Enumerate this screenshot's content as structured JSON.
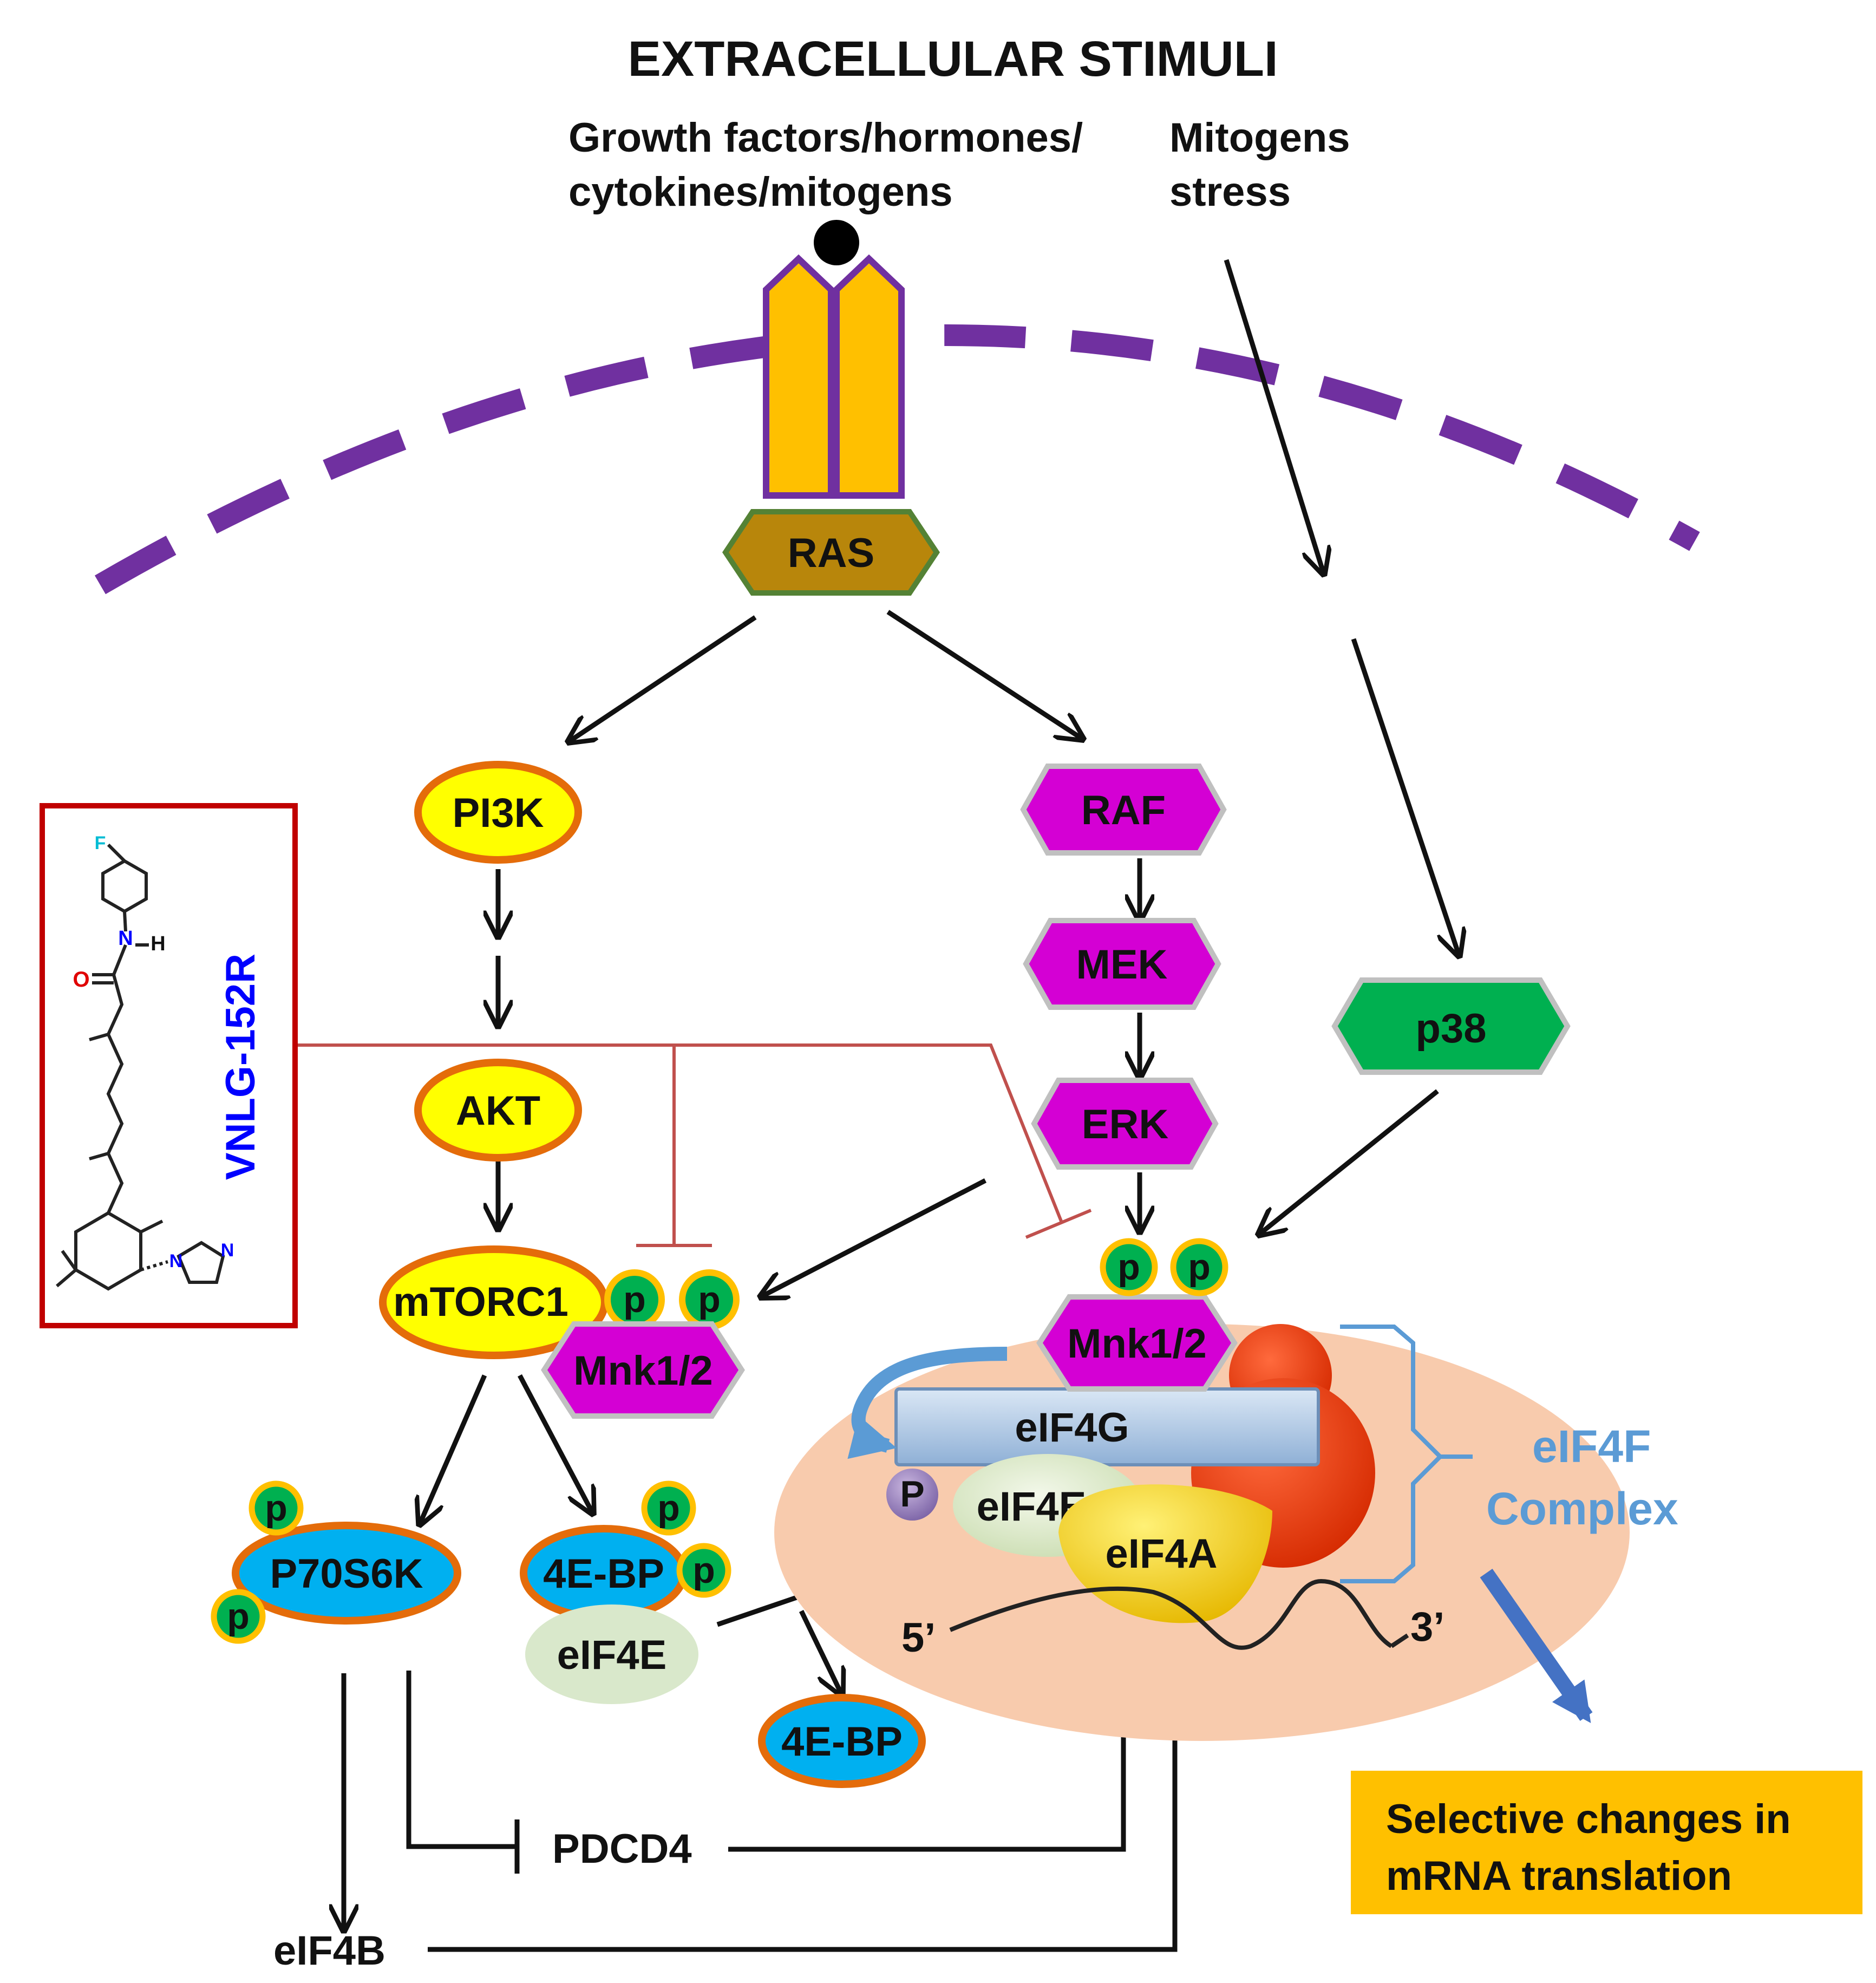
{
  "title": "EXTRACELLULAR STIMULI",
  "stimuli": {
    "left": [
      "Growth factors/hormones/",
      "cytokines/mitogens"
    ],
    "right": [
      "Mitogens",
      "stress"
    ]
  },
  "nodes": {
    "ras": "RAS",
    "pi3k": "PI3K",
    "akt": "AKT",
    "mtorc1": "mTORC1",
    "raf": "RAF",
    "mek": "MEK",
    "erk": "ERK",
    "p38": "p38",
    "mnk_left": "Mnk1/2",
    "mnk_right": "Mnk1/2",
    "p70s6k": "P70S6K",
    "fourebp": "4E-BP",
    "fourebp_free": "4E-BP",
    "eif4e_free": "eIF4E",
    "eif4g": "eIF4G",
    "eif4e": "eIF4E",
    "eif4a": "eIF4A",
    "pdcd4": "PDCD4",
    "eif4b": "eIF4B"
  },
  "phospho_label": "p",
  "phospho_label_upper": "P",
  "mrna": {
    "five": "5’",
    "three": "3’"
  },
  "complex_label": [
    "eIF4F",
    "Complex"
  ],
  "outcome": [
    "Selective changes in",
    "mRNA translation"
  ],
  "drug": "VNLG-152R",
  "molecule_atoms": {
    "F": "F",
    "N": "N",
    "H": "H",
    "O": "O"
  },
  "colors": {
    "membrane": "#6a1b9a",
    "receptor": "#ffc000",
    "ras": "#b8860b",
    "magenta": "#d400d4",
    "yellow": "#ffff00",
    "blue": "#00b0f0",
    "green": "#00b050",
    "complex_bg": "#f8cbad",
    "drug_box": "#c00000",
    "drug_text": "#0000ff",
    "complex_text": "#5b9bd5",
    "outcome_bg": "#ffc000"
  }
}
